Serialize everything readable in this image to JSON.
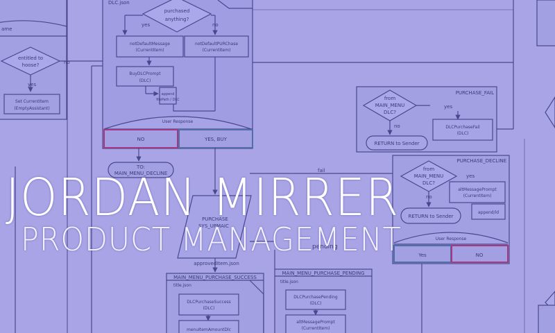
{
  "title": "JORDAN MIRRER",
  "subtitle": "PRODUCT MANAGEMENT",
  "colors": {
    "background": "#a8a4e6",
    "box": "#9f9be0",
    "line": "#4a4790",
    "accent_magenta": "#a5387e"
  },
  "diagram": {
    "left_panel": {
      "header": "ame",
      "decision": [
        "entitled to",
        "hoose?"
      ],
      "yes": "yes",
      "no": "no",
      "process": [
        "Set CurrentItem",
        "(EmptyAssistant)"
      ]
    },
    "dlc_json": {
      "header": "DLC.json",
      "decision": [
        "purchased",
        "anything?"
      ],
      "yes": "yes",
      "no": "no",
      "left_action": [
        "notDefaultMessage",
        "(CurrentItem)"
      ],
      "right_action": [
        "notDefaultPURChase",
        "(CurrentItem)"
      ],
      "buy_prompt": [
        "BuyDLCPrompt",
        "(DLC)"
      ],
      "append": [
        "append",
        "filePath / DLC"
      ],
      "user_response": "User Response",
      "no_button": "NO",
      "yes_buy_button": "YES, BUY"
    },
    "to_decline": [
      "TO:",
      "MAIN_MENU_DECLINE"
    ],
    "fail_label": "fail",
    "pending_label": "pending",
    "purchase_sys": [
      "PURCHASE",
      "SYS_UPMAIC"
    ],
    "approved_label": "approvedItem.json",
    "purchase_fail": {
      "header": "PURCHASE_FAIL",
      "decision": [
        "from",
        "MAIN_MENU",
        "DLC?"
      ],
      "yes": "yes",
      "no": "no",
      "action": [
        "DLCPurchaseFail",
        "(DLC)"
      ],
      "return": "RETURN to Sender"
    },
    "purchase_decline": {
      "header": "PURCHASE_DECLINE",
      "decision": [
        "from",
        "MAIN_MENU",
        "DLC?"
      ],
      "yes": "yes",
      "no": "no",
      "action": [
        "altMessagePrompt",
        "(CurrentItem)"
      ],
      "append": "append/ld",
      "return": "RETURN to Sender",
      "user_response": "User Response",
      "yes_button": "Yes",
      "no_button": "NO"
    },
    "success": {
      "header": "MAIN_MENU_PURCHASE_SUCCESS",
      "file": "title.json",
      "box1": [
        "DLCPurchaseSuccess",
        "(DLC)"
      ],
      "box2": "menuItemAmountDlc"
    },
    "pending": {
      "header": "MAIN_MENU_PURCHASE_PENDING",
      "file": "title.json",
      "box1": [
        "DLCPurchasePending",
        "(DLC)"
      ],
      "box2": [
        "altMessagePrompt",
        "(CurrentItem)"
      ]
    }
  }
}
